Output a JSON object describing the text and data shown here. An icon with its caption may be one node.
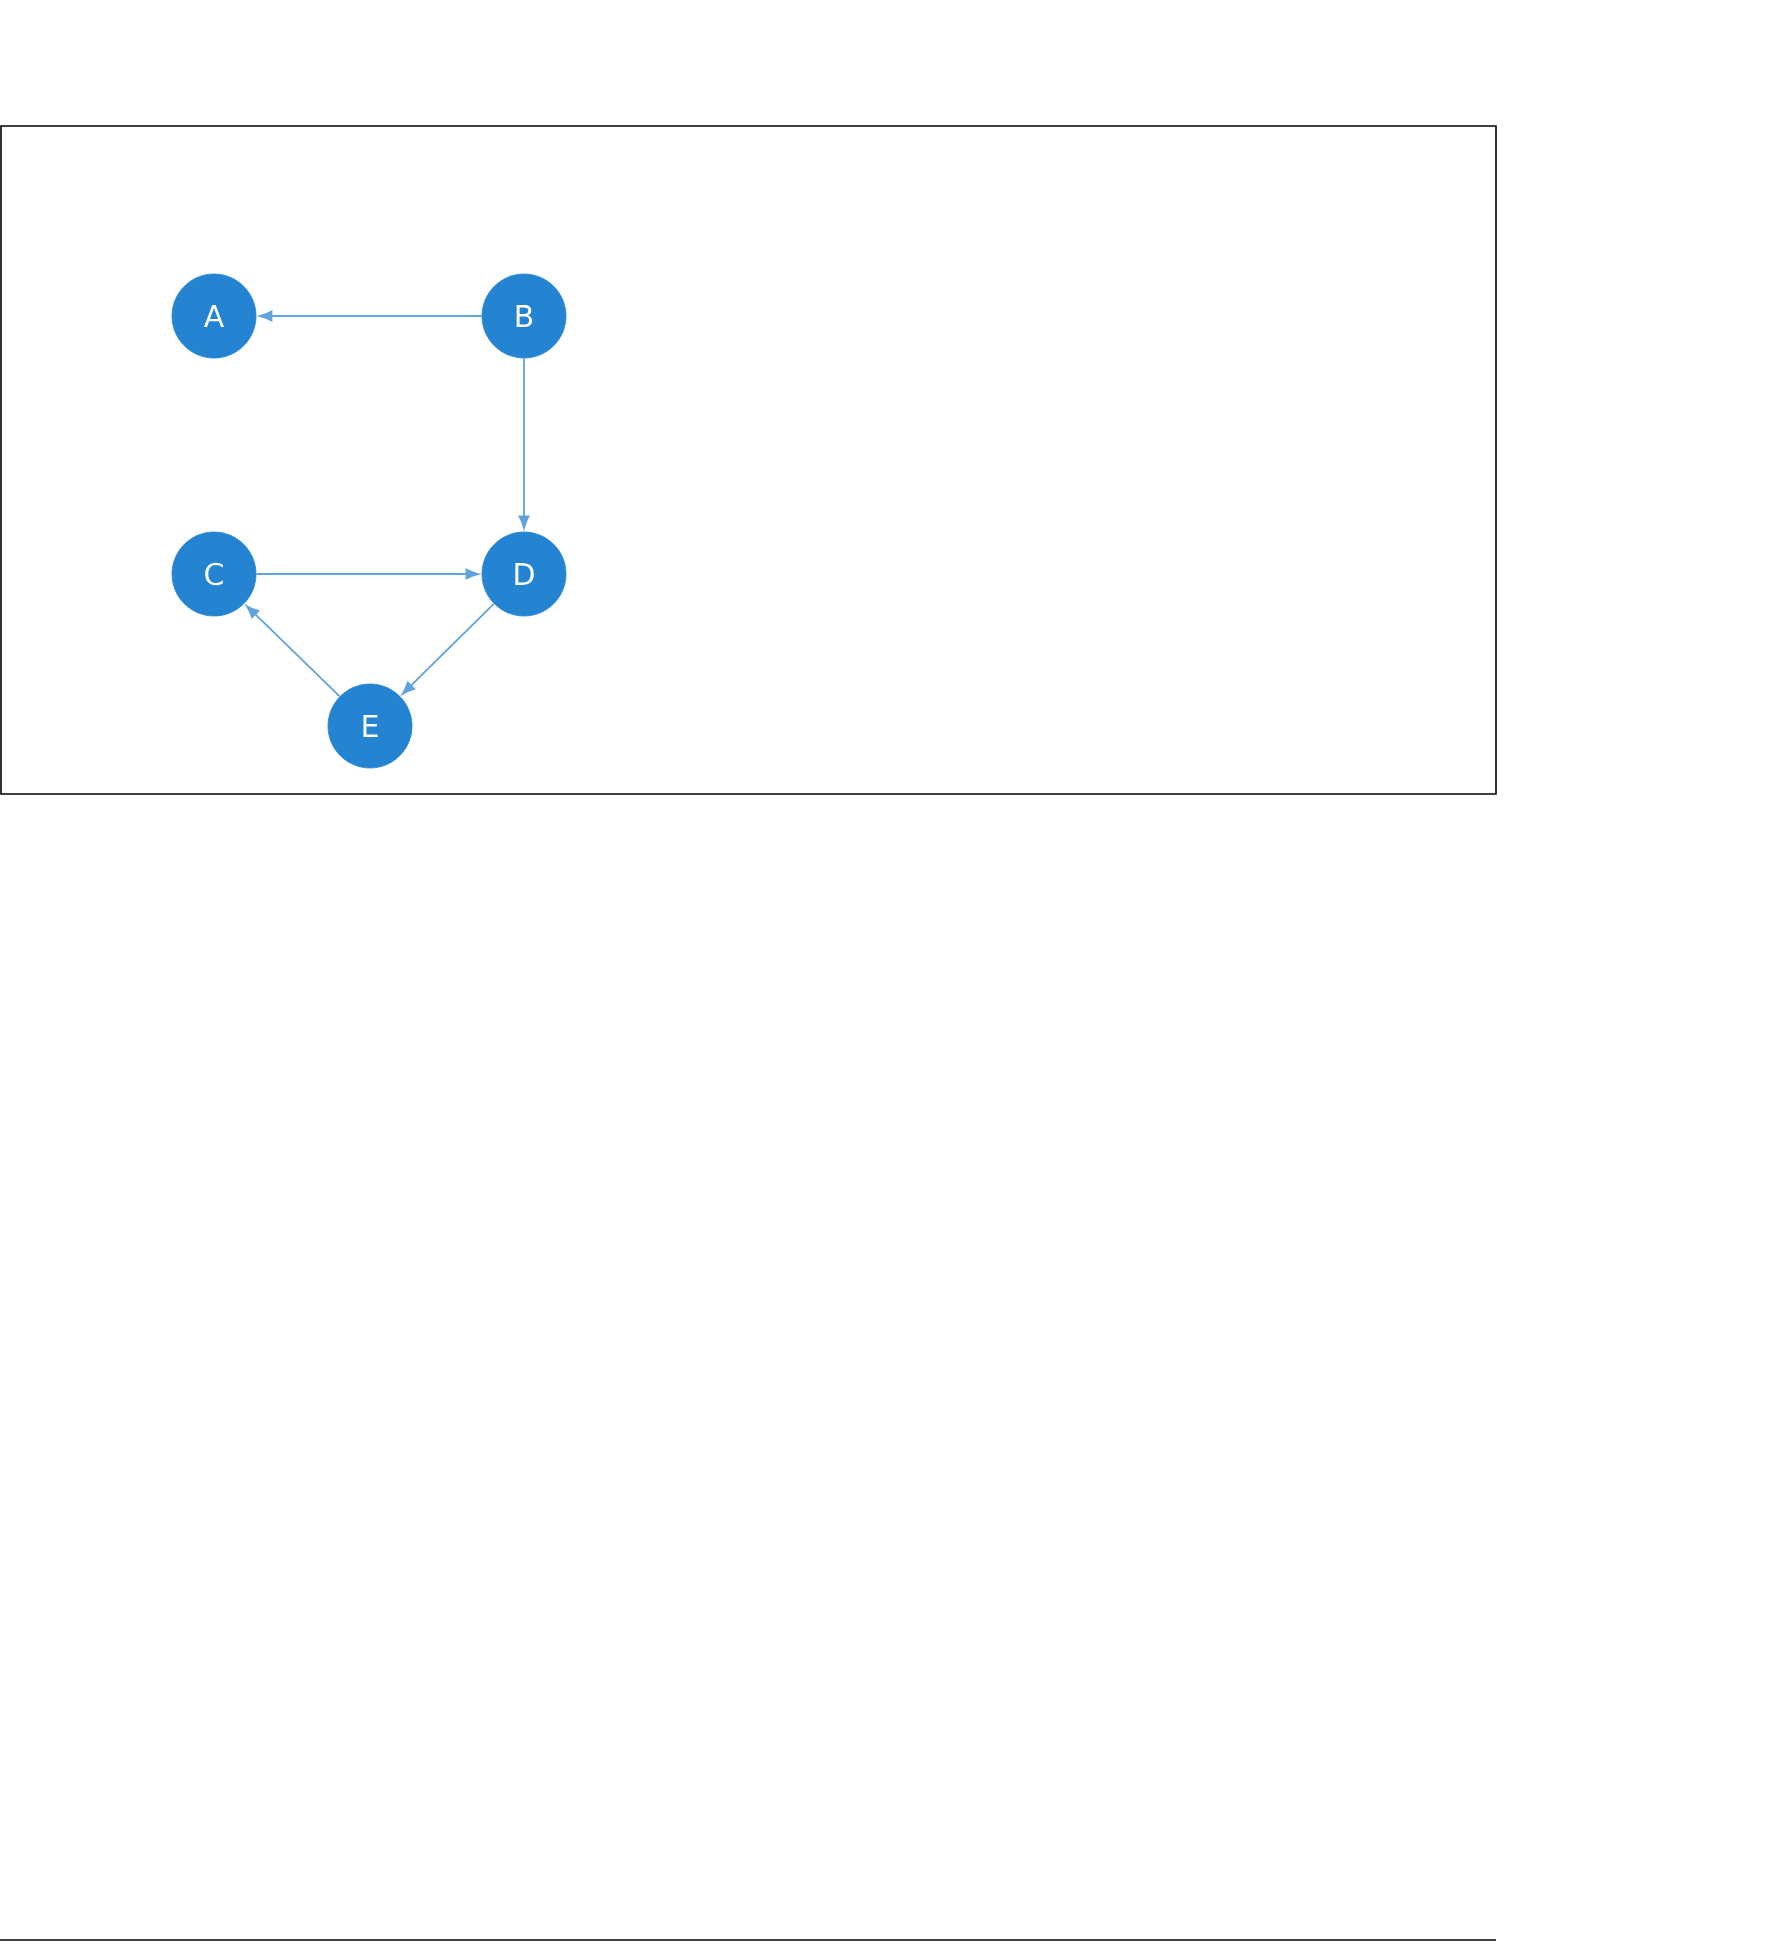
{
  "diagram": {
    "nodes": [
      {
        "text": [
          "A"
        ]
      },
      {
        "text": [
          "B"
        ]
      },
      {
        "text": [
          "C"
        ]
      },
      {
        "text": [
          "D"
        ]
      },
      {
        "text": [
          "E"
        ]
      }
    ],
    "edges": [
      {
        "from": 1,
        "to": 0,
        "arrow": "to"
      },
      {
        "from": 1,
        "to": 3,
        "arrow": "to"
      },
      {
        "from": 2,
        "to": 3,
        "arrow": "to"
      },
      {
        "from": 3,
        "to": 4,
        "arrow": "to"
      },
      {
        "from": 4,
        "to": 2,
        "arrow": "to"
      }
    ]
  }
}
